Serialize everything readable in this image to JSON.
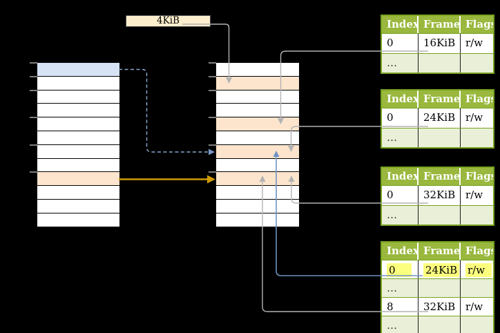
{
  "labels": {
    "page_size": "4KiB",
    "ellipsis": "…"
  },
  "colors": {
    "orange_fill": "#fde5cd",
    "blue_fill": "#d7e3f4",
    "cream_fill": "#fdeecd",
    "green_header": "#99b83d",
    "green_border": "#76a21f",
    "green_light": "#eaf0d8",
    "yellow_highlight": "#fcfe7e",
    "arrow_gray": "#b3b3b3",
    "arrow_blue": "#6f93c4",
    "arrow_blue_dashed": "#8ea9d2",
    "arrow_orange": "#cf9a02",
    "tick_gray": "#7f7f7f"
  },
  "memory_columns": {
    "virtual": {
      "row_count": 12,
      "blue_rows": [
        0
      ],
      "orange_rows": [
        8
      ],
      "tick_rows": [
        0,
        1,
        2,
        4,
        6,
        8
      ]
    },
    "physical": {
      "row_count": 12,
      "blue_rows": [],
      "orange_rows": [
        1,
        4,
        6,
        8
      ],
      "tick_rows": [
        0,
        1,
        2,
        4,
        6,
        8
      ]
    }
  },
  "page_tables": [
    {
      "headers": [
        "Index",
        "Frame",
        "Flags"
      ],
      "rows": [
        [
          "0",
          "16KiB",
          "r/w"
        ],
        [
          "…",
          "",
          ""
        ]
      ]
    },
    {
      "headers": [
        "Index",
        "Frame",
        "Flags"
      ],
      "rows": [
        [
          "0",
          "24KiB",
          "r/w"
        ],
        [
          "…",
          "",
          ""
        ]
      ]
    },
    {
      "headers": [
        "Index",
        "Frame",
        "Flags"
      ],
      "rows": [
        [
          "0",
          "32KiB",
          "r/w"
        ],
        [
          "…",
          "",
          ""
        ]
      ]
    },
    {
      "headers": [
        "Index",
        "Frame",
        "Flags"
      ],
      "rows": [
        [
          "0",
          "24KiB",
          "r/w"
        ],
        [
          "…",
          "",
          ""
        ],
        [
          "8",
          "32KiB",
          "r/w"
        ],
        [
          "…",
          "",
          ""
        ]
      ],
      "highlighted_row": 0
    }
  ]
}
